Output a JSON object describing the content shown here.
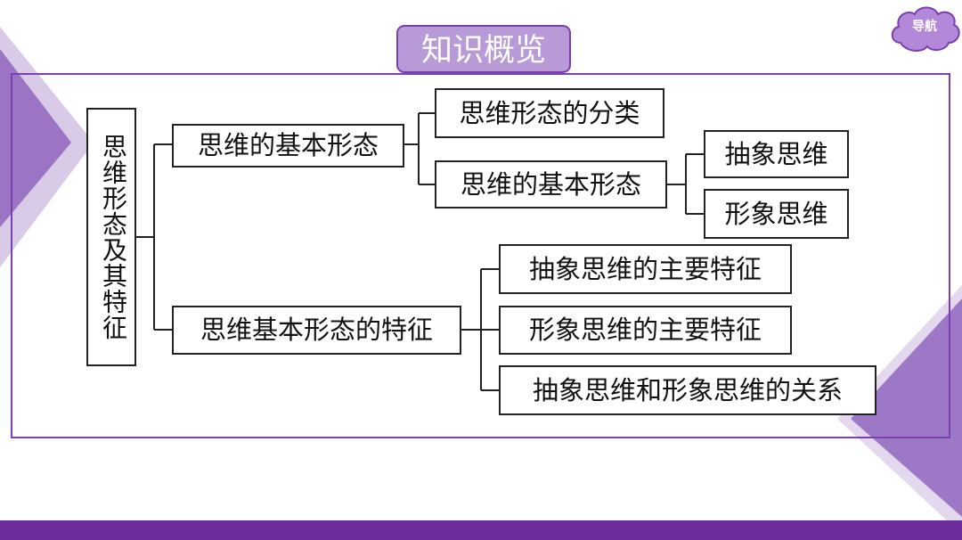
{
  "header": {
    "title": "知识概览",
    "nav_label": "导航"
  },
  "mindmap": {
    "root": "思维形态及其特征",
    "branch1": {
      "label": "思维的基本形态",
      "children": [
        {
          "label": "思维形态的分类"
        },
        {
          "label": "思维的基本形态",
          "children": [
            "抽象思维",
            "形象思维"
          ]
        }
      ]
    },
    "branch2": {
      "label": "思维基本形态的特征",
      "children": [
        "抽象思维的主要特征",
        "形象思维的主要特征",
        "抽象思维和形象思维的关系"
      ]
    }
  },
  "colors": {
    "accent": "#7a3fb0",
    "badge": "#b89ad6",
    "bar": "#6f2c9c"
  }
}
